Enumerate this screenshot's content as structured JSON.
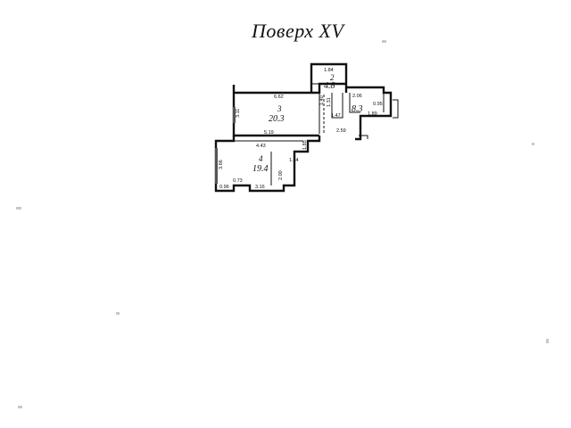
{
  "title": "Поверх XV",
  "rooms": [
    {
      "number": "2",
      "area": "4.8"
    },
    {
      "number": "3",
      "area": "20.3"
    },
    {
      "number": "4",
      "area": "19.4"
    },
    {
      "area": "8.3"
    }
  ],
  "dimensions": {
    "d184": "1.84",
    "d662": "6.62",
    "d311": "3.11",
    "d519": "5.19",
    "d140": "1.40",
    "d131": "1.31",
    "d147": "1.47",
    "d259": "2.59",
    "d189": "1.89",
    "d095": "0.95",
    "d206": "2.06",
    "d443": "4.43",
    "d185": "1.85",
    "d164": "1.64",
    "d366": "3.66",
    "d200": "2.00",
    "d316": "3.16",
    "d073": "0.73",
    "d096": "0.96"
  }
}
